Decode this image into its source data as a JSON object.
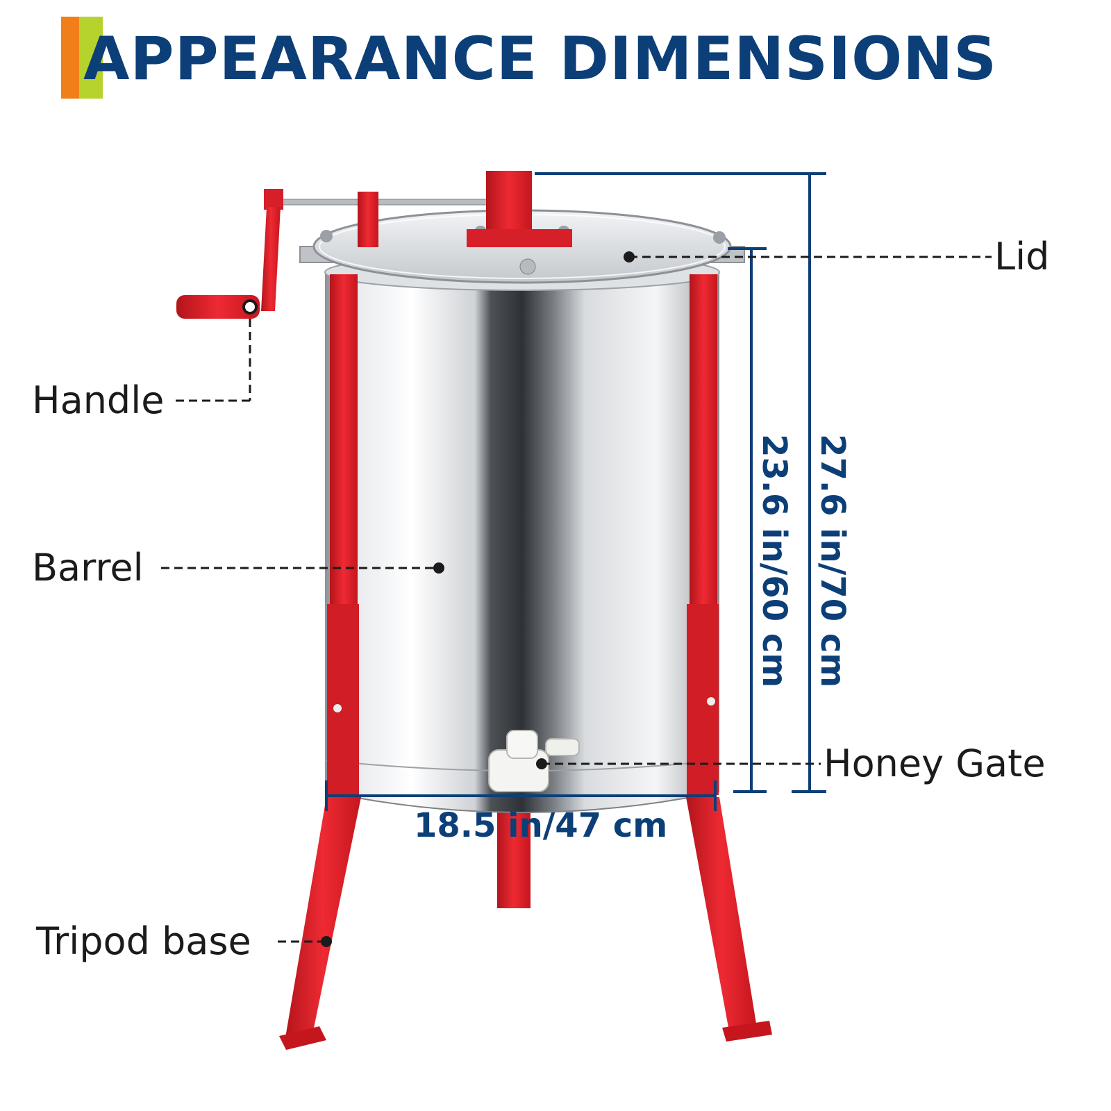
{
  "title": "APPEARANCE DIMENSIONS",
  "labels": {
    "lid": "Lid",
    "handle": "Handle",
    "barrel": "Barrel",
    "honey_gate": "Honey Gate",
    "tripod_base": "Tripod base"
  },
  "dimensions": {
    "barrel_height": "23.6 in/60 cm",
    "total_height": "27.6 in/70 cm",
    "diameter": "18.5 in/47 cm"
  },
  "colors": {
    "title": "#0c3f78",
    "accent_orange": "#f07f1a",
    "accent_lime": "#b6d22d",
    "frame_red": "#e0222b",
    "steel": "#c9ccd0",
    "label_text": "#1b1b1b"
  }
}
